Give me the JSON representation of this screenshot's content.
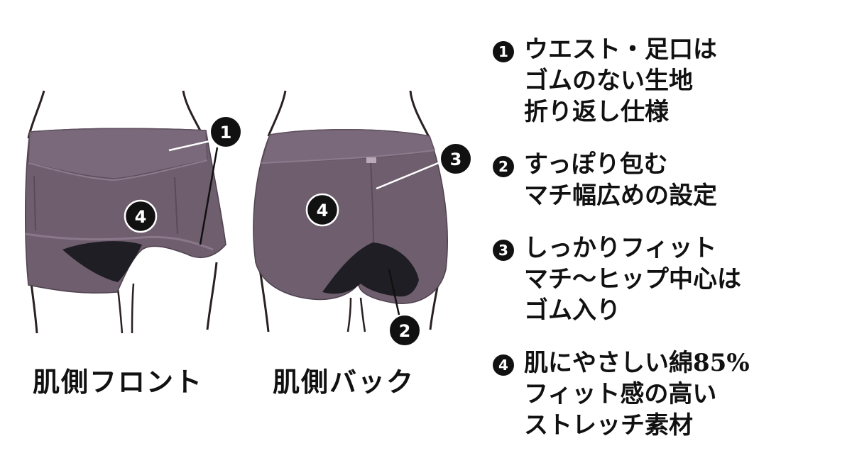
{
  "captions": {
    "front": "肌側フロント",
    "back": "肌側バック"
  },
  "markers": {
    "front_top": "1",
    "front_center": "4",
    "back_center": "4",
    "back_right": "3",
    "back_bottom": "2"
  },
  "features": [
    {
      "badge": "1",
      "lines": [
        "ウエスト・足口は",
        "ゴムのない生地",
        "折り返し仕様"
      ]
    },
    {
      "badge": "2",
      "lines": [
        "すっぽり包む",
        "マチ幅広めの設定"
      ]
    },
    {
      "badge": "3",
      "lines": [
        "しっかりフィット",
        "マチ～ヒップ中心は",
        "ゴム入り"
      ]
    },
    {
      "badge": "4",
      "lines": [
        "肌にやさしい綿85%",
        "フィット感の高い",
        "ストレッチ素材"
      ]
    }
  ],
  "colors": {
    "fabric": "#6e5e6e",
    "fabric_dark": "#5f505f",
    "crotch_lining": "#1e1e24",
    "outline": "#2a2020",
    "marker_fill": "#111111",
    "marker_text": "#ffffff"
  }
}
